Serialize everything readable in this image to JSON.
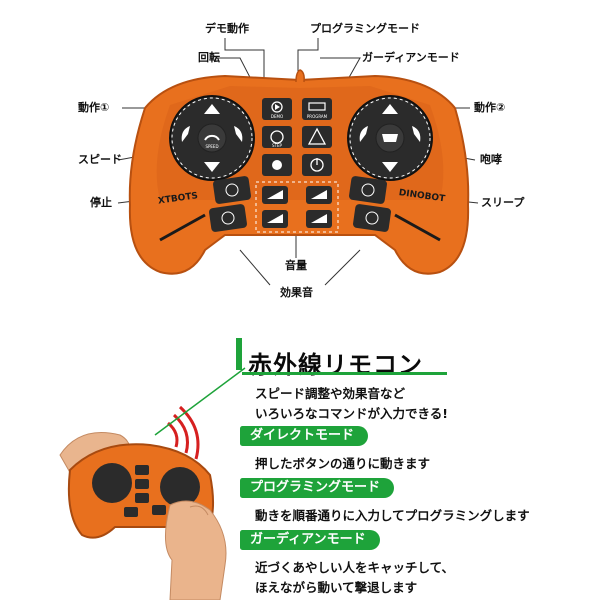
{
  "colors": {
    "accent": "#1ea33a",
    "controller": "#e8701e",
    "button": "#2b2b2b"
  },
  "callouts": {
    "demo": "デモ動作",
    "programming": "プログラミングモード",
    "rotate": "回転",
    "guardian": "ガーディアンモード",
    "action1": "動作①",
    "action2": "動作②",
    "speed": "スピード",
    "roar": "咆哮",
    "stop": "停止",
    "sleep": "スリープ",
    "volume": "音量",
    "sfx": "効果音"
  },
  "controller": {
    "brand_left": "XTBOTS",
    "brand_right": "DINOBOT",
    "btn_demo": "DEMO",
    "btn_program": "PROGRAM",
    "btn_speed": "SPEED",
    "btn_step": "STEP"
  },
  "info": {
    "headline": "赤外線リモコン",
    "intro_line1": "スピード調整や効果音など",
    "intro_line2": "いろいろなコマンドが入力できる!",
    "modes": [
      {
        "name": "ダイレクトモード",
        "desc1": "押したボタンの通りに動きます",
        "desc2": ""
      },
      {
        "name": "プログラミングモード",
        "desc1": "動きを順番通りに入力してプログラミングします",
        "desc2": ""
      },
      {
        "name": "ガーディアンモード",
        "desc1": "近づくあやしい人をキャッチして、",
        "desc2": "ほえながら動いて撃退します"
      }
    ]
  }
}
